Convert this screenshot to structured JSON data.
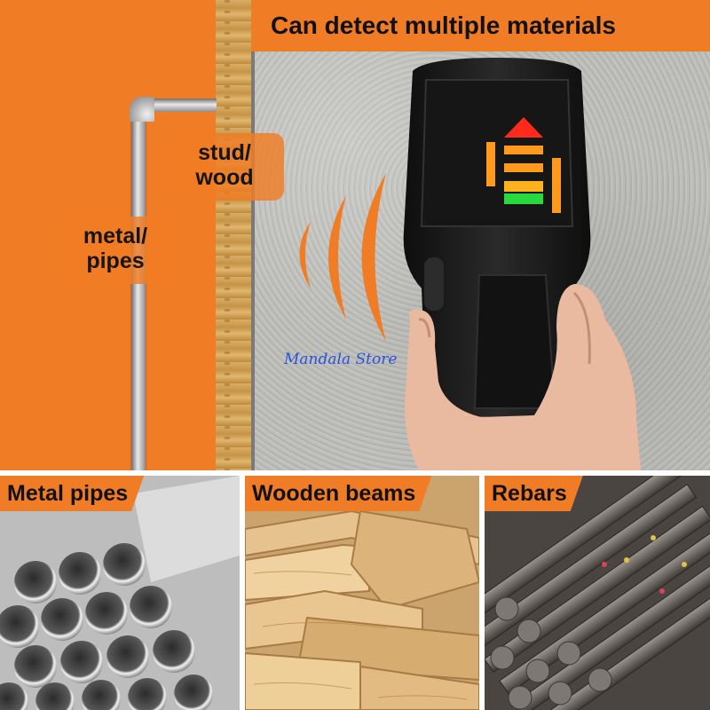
{
  "headline": "Can detect multiple materials",
  "callouts": {
    "stud": "stud/\nwood",
    "pipes": "metal/\npipes"
  },
  "watermark": "Mandala Store",
  "tiles": [
    {
      "label": "Metal pipes"
    },
    {
      "label": "Wooden beams"
    },
    {
      "label": "Rebars"
    }
  ],
  "colors": {
    "brand_orange": "#f07c25",
    "device_body": "#1b1b1b",
    "indicator_red": "#ff2a1a",
    "indicator_orange": "#ff9a1c",
    "indicator_green": "#27d93a",
    "watermark_blue": "#2a52d8"
  }
}
